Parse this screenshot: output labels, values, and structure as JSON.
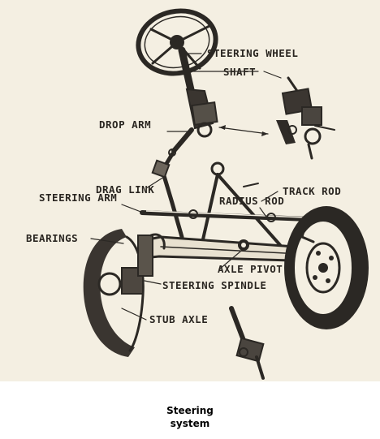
{
  "diagram": {
    "labels": {
      "steering_wheel": "STEERING WHEEL",
      "shaft": "SHAFT",
      "drop_arm": "DROP ARM",
      "drag_link": "DRAG LINK",
      "steering_arm": "STEERING ARM",
      "track_rod": "TRACK ROD",
      "radius_rod": "RADIUS ROD",
      "bearings": "BEARINGS",
      "axle_pivot": "AXLE PIVOT",
      "steering_spindle": "STEERING SPINDLE",
      "stub_axle": "STUB AXLE"
    }
  },
  "caption": {
    "line1": "Steering",
    "line2": "system"
  }
}
